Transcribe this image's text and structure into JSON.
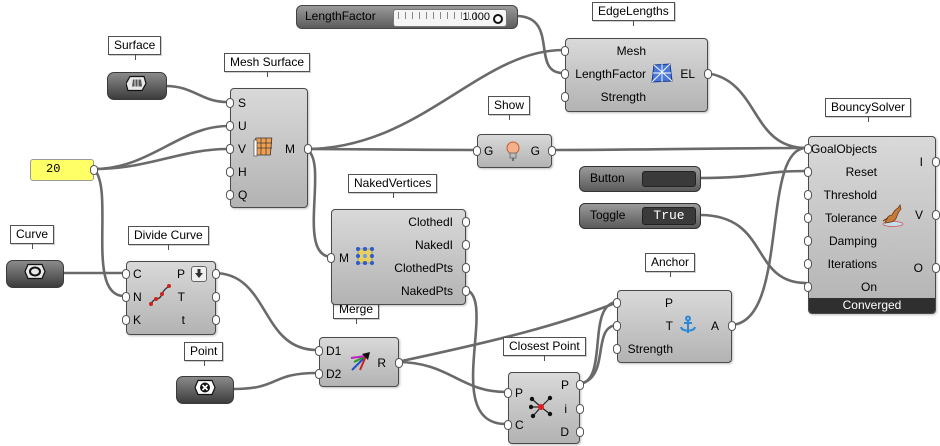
{
  "tags": {
    "surface": "Surface",
    "mesh_surface": "Mesh Surface",
    "edge_lengths": "EdgeLengths",
    "show": "Show",
    "bouncy_solver": "BouncySolver",
    "naked_vertices": "NakedVertices",
    "curve": "Curve",
    "divide_curve": "Divide Curve",
    "anchor": "Anchor",
    "merge": "Merge",
    "point": "Point",
    "closest_point": "Closest Point"
  },
  "slider": {
    "label": "LengthFactor",
    "value": "1.000"
  },
  "panel": {
    "value": "20"
  },
  "mesh_surface": {
    "inputs": [
      "S",
      "U",
      "V",
      "H",
      "Q"
    ],
    "output": "M"
  },
  "edge_lengths": {
    "inputs": [
      "Mesh",
      "LengthFactor",
      "Strength"
    ],
    "output": "EL"
  },
  "show": {
    "input": "G",
    "output": "G"
  },
  "naked_vertices": {
    "input": "M",
    "outputs": [
      "ClothedI",
      "NakedI",
      "ClothedPts",
      "NakedPts"
    ]
  },
  "divide_curve": {
    "inputs": [
      "C",
      "N",
      "K"
    ],
    "outputs": [
      "P",
      "T",
      "t"
    ]
  },
  "merge": {
    "inputs": [
      "D1",
      "D2"
    ],
    "output": "R"
  },
  "closest_point": {
    "inputs": [
      "P",
      "C"
    ],
    "outputs": [
      "P",
      "i",
      "D"
    ]
  },
  "anchor": {
    "inputs": [
      "P",
      "T",
      "Strength"
    ],
    "output": "A"
  },
  "button": {
    "label": "Button"
  },
  "toggle": {
    "label": "Toggle",
    "value": "True"
  },
  "bouncy_solver": {
    "inputs": [
      "GoalObjects",
      "Reset",
      "Threshold",
      "Tolerance",
      "Damping",
      "Iterations",
      "On"
    ],
    "outputs": [
      "I",
      "V",
      "O"
    ],
    "status": "Converged"
  },
  "icons": {
    "surface": "surface-param-icon",
    "curve": "curve-param-icon",
    "point": "point-param-icon",
    "mesh_surface": "mesh-grid-icon",
    "edge_lengths": "mesh-edges-icon",
    "show": "bulb-icon",
    "naked_vertices": "vertices-icon",
    "divide_curve": "divide-curve-icon",
    "merge": "merge-arrows-icon",
    "closest_point": "closest-point-icon",
    "anchor": "anchor-icon",
    "bouncy_solver": "kangaroo-icon"
  },
  "colors": {
    "panel_yellow": "#ffff66",
    "wire": "#6a6a6a",
    "status_bar": "#2f2f2f"
  }
}
